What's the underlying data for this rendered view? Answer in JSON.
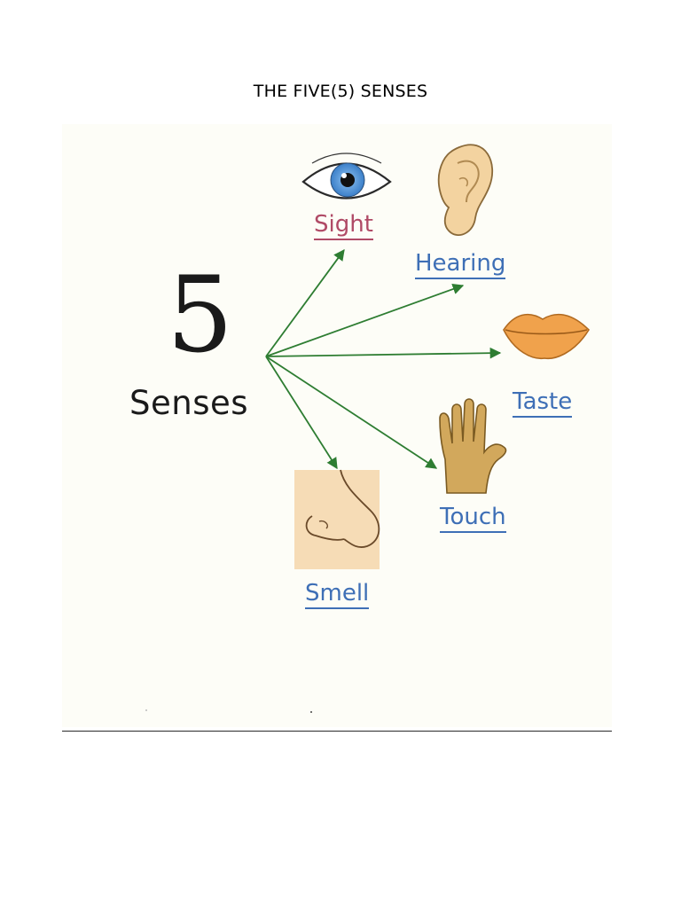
{
  "document": {
    "title": "THE FIVE(5) SENSES"
  },
  "figure": {
    "number": "5",
    "heading": "Senses",
    "senses": [
      {
        "label": "Sight",
        "icon": "eye-icon",
        "label_color": "#b04a66"
      },
      {
        "label": "Hearing",
        "icon": "ear-icon",
        "label_color": "#3e6fb6"
      },
      {
        "label": "Taste",
        "icon": "lips-icon",
        "label_color": "#3e6fb6"
      },
      {
        "label": "Touch",
        "icon": "hand-icon",
        "label_color": "#3e6fb6"
      },
      {
        "label": "Smell",
        "icon": "nose-icon",
        "label_color": "#3e6fb6"
      }
    ],
    "arrow_color": "#2e7d32"
  }
}
